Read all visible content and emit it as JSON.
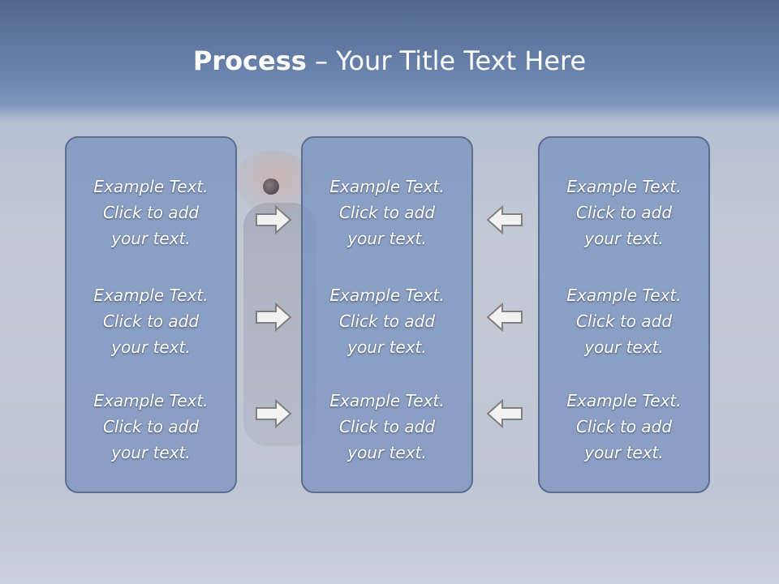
{
  "title": {
    "bold": "Process",
    "rest": " – Your Title Text Here"
  },
  "panels": [
    {
      "items": [
        "Example Text.\nClick  to add\nyour text.",
        "Example Text.\nClick  to add\nyour text.",
        "Example Text.\nClick  to add\nyour text."
      ]
    },
    {
      "items": [
        "Example Text.\nClick  to add\nyour text.",
        "Example Text.\nClick  to add\nyour text.",
        "Example Text.\nClick  to add\nyour text."
      ]
    },
    {
      "items": [
        "Example Text.\nClick  to add\nyour text.",
        "Example Text.\nClick  to add\nyour text.",
        "Example Text.\nClick  to add\nyour text."
      ]
    }
  ],
  "arrows": {
    "left_group": "arrow-right-icon",
    "right_group": "arrow-left-icon"
  },
  "colors": {
    "panel_fill": "#7e96bf",
    "panel_border": "#5a6e92",
    "arrow_fill": "#f2f2f2",
    "arrow_stroke": "#7f7f7f"
  }
}
